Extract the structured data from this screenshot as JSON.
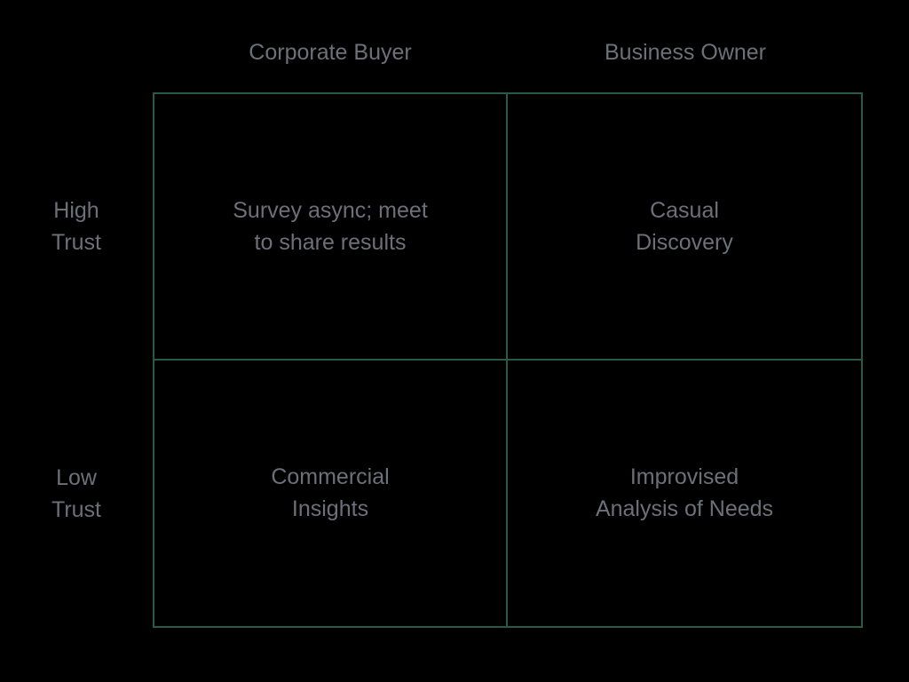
{
  "matrix": {
    "columns": [
      {
        "label": "Corporate Buyer"
      },
      {
        "label": "Business Owner"
      }
    ],
    "rows": [
      {
        "label": "High\nTrust"
      },
      {
        "label": "Low\nTrust"
      }
    ],
    "quadrants": {
      "high_trust_corporate_buyer": "Survey async; meet\nto share results",
      "high_trust_business_owner": "Casual\nDiscovery",
      "low_trust_corporate_buyer": "Commercial\nInsights",
      "low_trust_business_owner": "Improvised\nAnalysis of Needs"
    },
    "colors": {
      "background": "#000000",
      "grid_line": "#2c5946",
      "text": "#6c7078"
    }
  }
}
